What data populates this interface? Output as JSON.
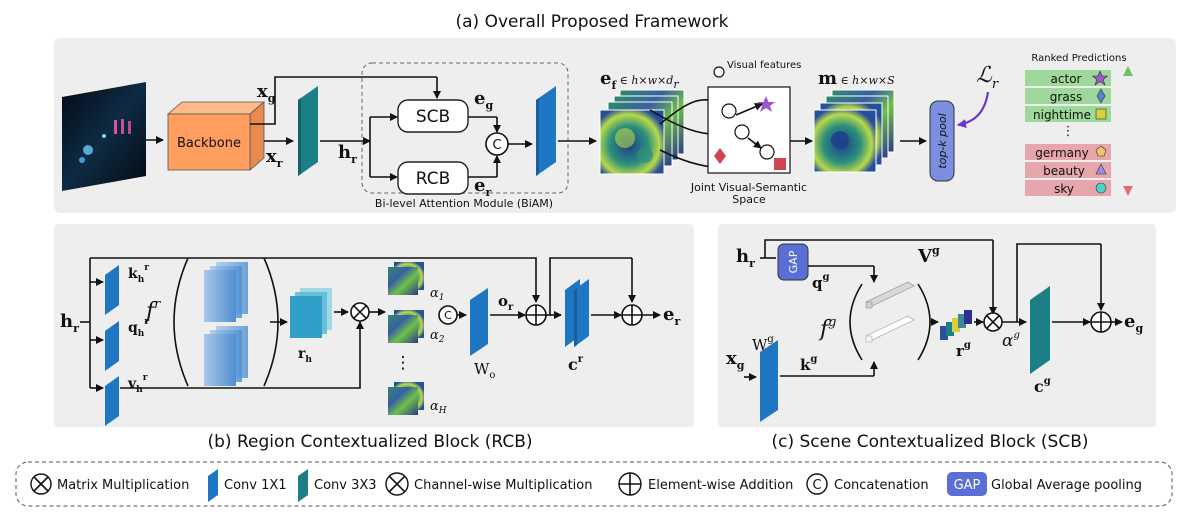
{
  "captions": {
    "top": "(a) Overall Proposed Framework",
    "rcb": "(b) Region Contextualized Block (RCB)",
    "scb": "(c) Scene Contextualized Block (SCB)"
  },
  "framework": {
    "backbone": "Backbone",
    "scb": "SCB",
    "rcb": "RCB",
    "concat": "C",
    "biam": "Bi-level Attention Module (BiAM)",
    "visual_features": "Visual features",
    "joint_space_1": "Joint Visual-Semantic",
    "joint_space_2": "Space",
    "topk": "top-k pool",
    "ranked_title": "Ranked Predictions",
    "dots": "⋮"
  },
  "ranked_predictions": {
    "positive": [
      {
        "label": "actor",
        "marker": "star-icon"
      },
      {
        "label": "grass",
        "marker": "diamond-icon"
      },
      {
        "label": "nighttime",
        "marker": "square-icon"
      }
    ],
    "negative": [
      {
        "label": "germany",
        "marker": "pentagon-icon"
      },
      {
        "label": "beauty",
        "marker": "triangle-icon"
      },
      {
        "label": "sky",
        "marker": "circle-icon"
      }
    ]
  },
  "legend": {
    "matrix_mult": "Matrix Multiplication",
    "conv1x1": "Conv 1X1",
    "conv3x3": "Conv 3X3",
    "channel_mult": "Channel-wise Multiplication",
    "elem_add": "Element-wise Addition",
    "concat_symbol": "C",
    "concat": "Concatenation",
    "gap_symbol": "GAP",
    "gap": "Global Average pooling"
  },
  "rcb": {
    "concat": "C",
    "dots": "⋮"
  },
  "scb": {
    "gap": "GAP"
  },
  "colors": {
    "panel_bg": "#eeeeee",
    "conv1x1": "#1f77c4",
    "conv3x3": "#1c7f86",
    "backbone": "#ff9e5e",
    "gap": "#5a6fd6",
    "topk": "#7c8ee0",
    "positive_bg": "#9ed89a",
    "negative_bg": "#e7a6ab",
    "loss_arrow": "#6a35d1"
  }
}
